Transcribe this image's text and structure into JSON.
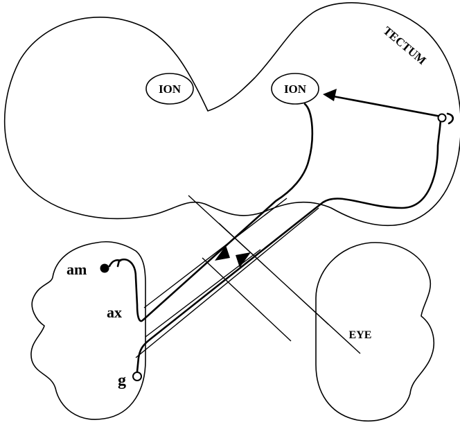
{
  "labels": {
    "tectum": "TECTUM",
    "ion_left": "ION",
    "ion_right": "ION",
    "eye": "EYE",
    "am": "am",
    "ax": "ax",
    "g": "g"
  },
  "colors": {
    "ink": "#000000",
    "background": "#ffffff"
  }
}
